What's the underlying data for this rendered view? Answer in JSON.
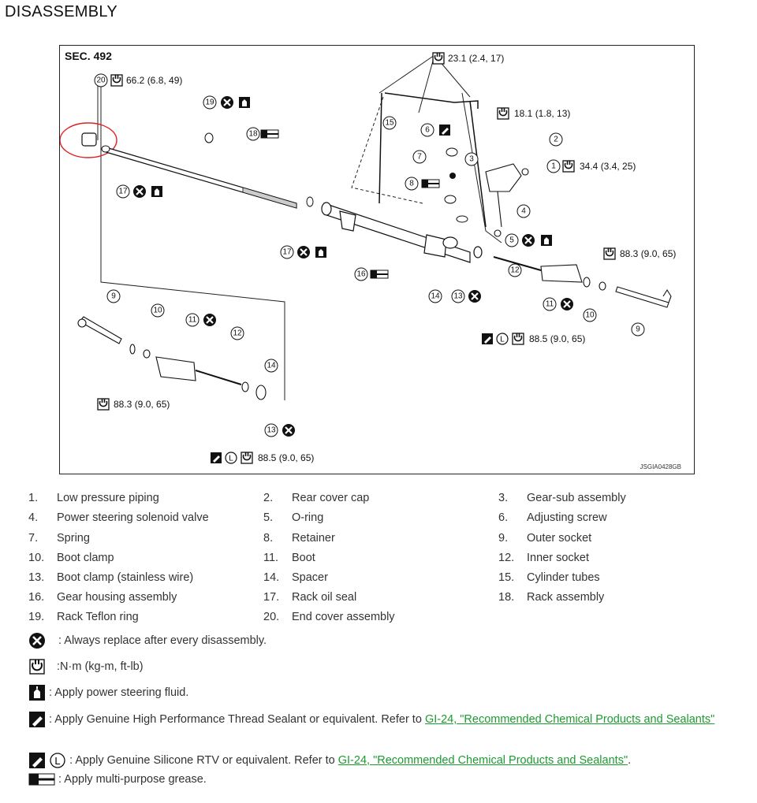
{
  "page_title": "DISASSEMBLY",
  "diagram": {
    "section": "SEC. 492",
    "figure_id": "JSGIA0428GB",
    "torques": {
      "t20": "66.2 (6.8, 49)",
      "t_pipe": "23.1 (2.4, 17)",
      "t_gear": "18.1 (1.8, 13)",
      "t1": "34.4 (3.4, 25)",
      "t_right_socket": "88.3 (9.0, 65)",
      "t_right_inner": "88.5 (9.0, 65)",
      "t_left_socket": "88.3 (9.0, 65)",
      "t_left_inner": "88.5 (9.0, 65)"
    },
    "callouts": [
      "1",
      "2",
      "3",
      "4",
      "5",
      "6",
      "7",
      "8",
      "9",
      "10",
      "11",
      "12",
      "13",
      "14",
      "15",
      "16",
      "17",
      "18",
      "19",
      "20"
    ]
  },
  "parts": [
    {
      "no": "1.",
      "name": "Low pressure piping"
    },
    {
      "no": "2.",
      "name": "Rear cover cap"
    },
    {
      "no": "3.",
      "name": "Gear-sub assembly"
    },
    {
      "no": "4.",
      "name": "Power steering solenoid valve"
    },
    {
      "no": "5.",
      "name": "O-ring"
    },
    {
      "no": "6.",
      "name": "Adjusting screw"
    },
    {
      "no": "7.",
      "name": "Spring"
    },
    {
      "no": "8.",
      "name": "Retainer"
    },
    {
      "no": "9.",
      "name": "Outer socket"
    },
    {
      "no": "10.",
      "name": "Boot clamp"
    },
    {
      "no": "11.",
      "name": "Boot"
    },
    {
      "no": "12.",
      "name": "Inner socket"
    },
    {
      "no": "13.",
      "name": "Boot clamp (stainless wire)"
    },
    {
      "no": "14.",
      "name": "Spacer"
    },
    {
      "no": "15.",
      "name": "Cylinder tubes"
    },
    {
      "no": "16.",
      "name": "Gear housing assembly"
    },
    {
      "no": "17.",
      "name": "Rack oil seal"
    },
    {
      "no": "18.",
      "name": "Rack assembly"
    },
    {
      "no": "19.",
      "name": "Rack Teflon ring"
    },
    {
      "no": "20.",
      "name": "End cover assembly"
    }
  ],
  "symbols": {
    "replace": ": Always replace after every disassembly.",
    "torque": ":N·m (kg-m, ft-lb)",
    "fluid": ": Apply power steering fluid.",
    "sealant_pre": ": Apply Genuine High Performance Thread Sealant or equivalent. Refer to ",
    "sealant_link": "GI-24, \"Recommended Chemical Products and Sealants\"",
    "sealant_post": ".",
    "rtv_pre": ": Apply Genuine Silicone RTV or equivalent. Refer to ",
    "rtv_link": "GI-24, \"Recommended Chemical Products and Sealants\"",
    "rtv_post": ".",
    "grease": ": Apply multi-purpose grease."
  },
  "colors": {
    "highlight_circle": "#e02020",
    "link": "#1a9c2e"
  }
}
